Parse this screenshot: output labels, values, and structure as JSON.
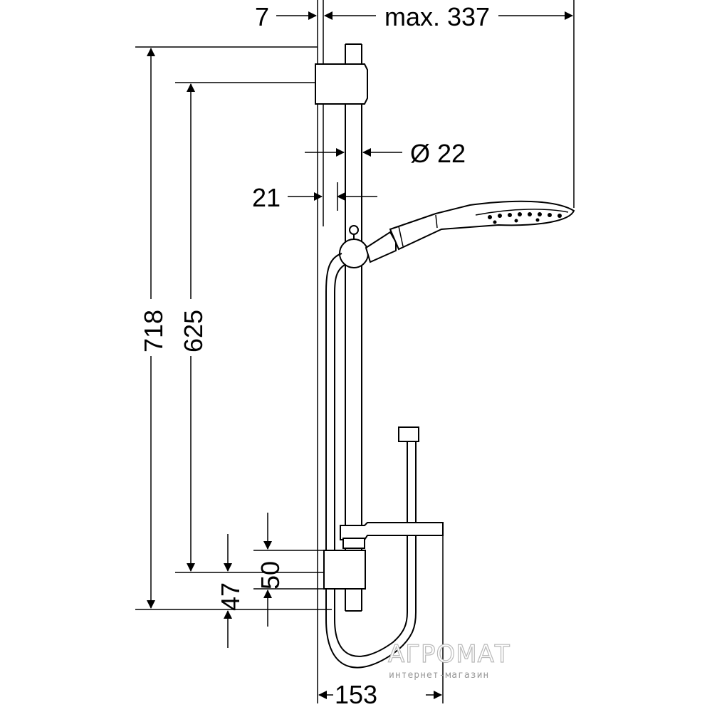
{
  "dimensions": {
    "top_offset": "7",
    "max_reach": "max. 337",
    "rod_diameter": "Ø 22",
    "rod_offset": "21",
    "height_total": "718",
    "height_mount": "625",
    "bracket_gap": "50",
    "bottom_offset": "47",
    "hose_width": "153"
  },
  "watermark": {
    "brand": "АГРОМАТ",
    "subtitle": "интернет-магазин"
  },
  "colors": {
    "line": "#000000",
    "background": "#ffffff",
    "watermark": "#b9b9b9"
  }
}
